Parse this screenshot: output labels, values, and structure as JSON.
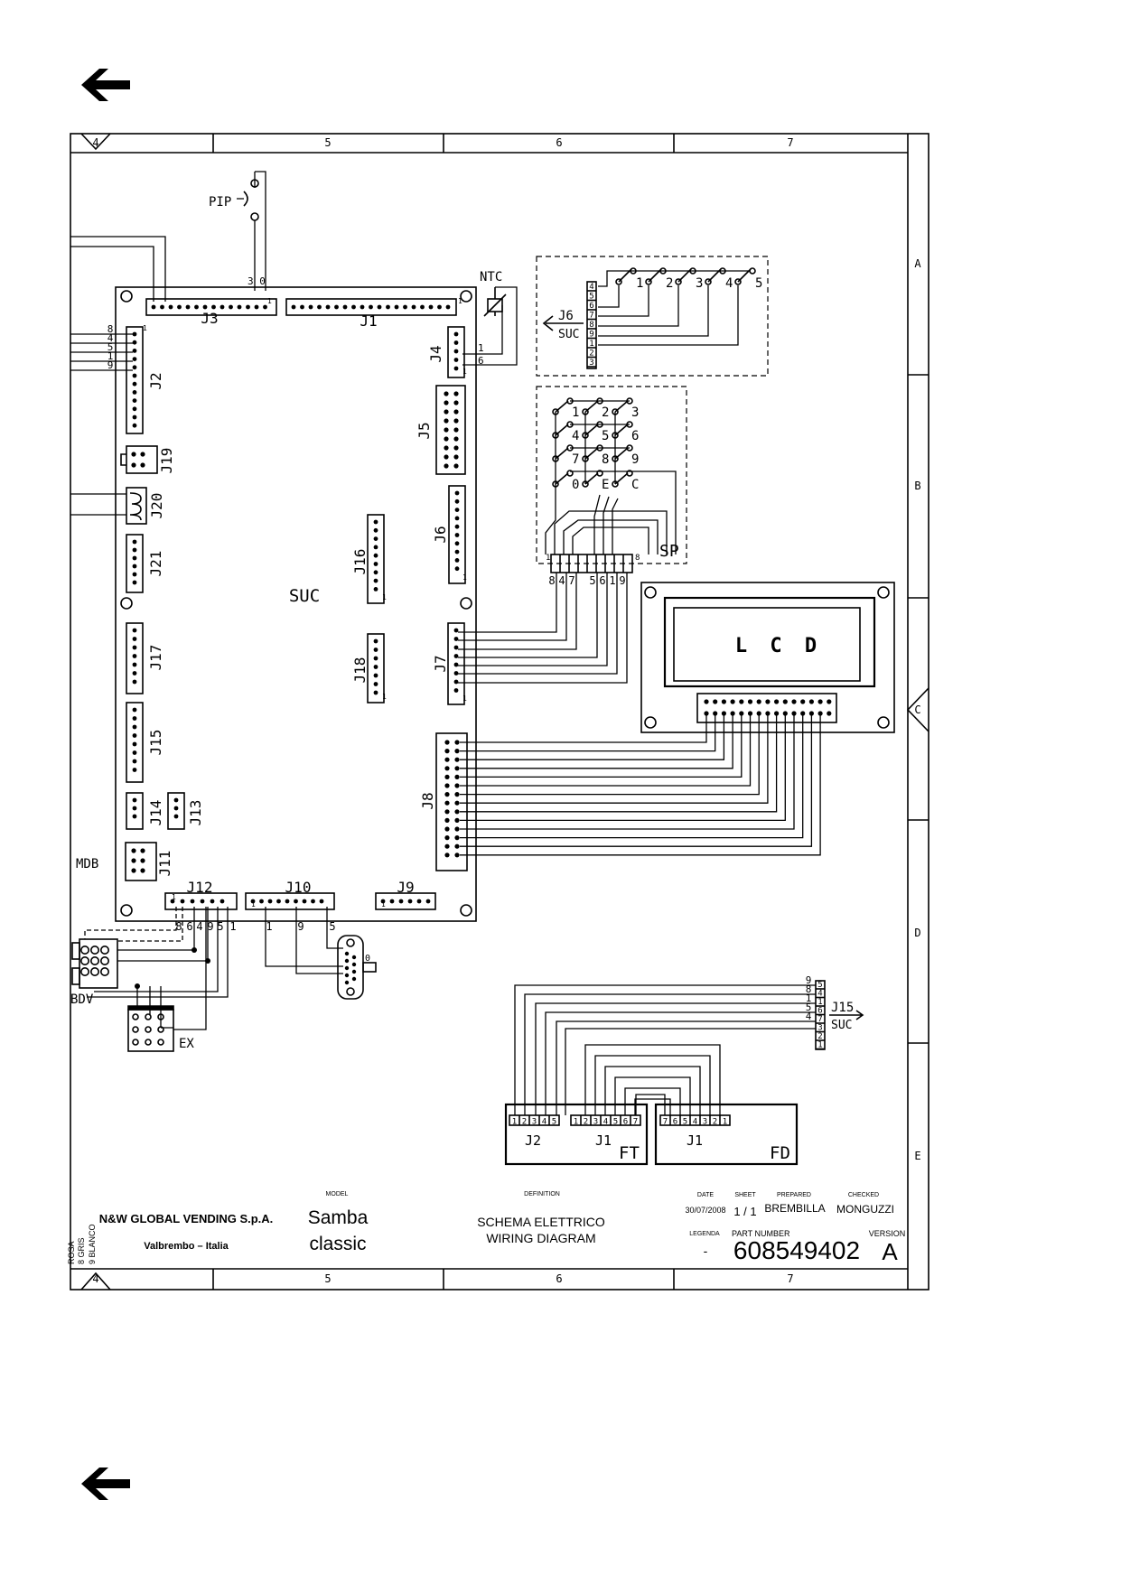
{
  "nav": {
    "back_label": "back-arrow"
  },
  "frame": {
    "columns": [
      "4",
      "5",
      "6",
      "7"
    ],
    "rows": [
      "A",
      "B",
      "C",
      "D",
      "E"
    ]
  },
  "board": {
    "name": "SUC",
    "connectors": [
      "J1",
      "J2",
      "J3",
      "J4",
      "J5",
      "J6",
      "J7",
      "J8",
      "J9",
      "J10",
      "J11",
      "J12",
      "J13",
      "J14",
      "J15",
      "J16",
      "J17",
      "J18",
      "J19",
      "J20",
      "J21"
    ]
  },
  "labels": {
    "pip": "PIP",
    "ntc": "NTC",
    "mdb": "MDB",
    "bdv": "BDV",
    "ex": "EX",
    "lcd": "L C D",
    "sp": "SP",
    "ft": "FT",
    "fd": "FD",
    "j6_suc": "J6",
    "j6_suc_sub": "SUC",
    "j15_suc": "J15",
    "j15_suc_sub": "SUC",
    "j3_pins": "3 0",
    "ft_j2": "J2",
    "ft_j1": "J1",
    "fd_j1": "J1"
  },
  "pin_numbers": {
    "j2": [
      "8",
      "4",
      "5",
      "1",
      "9"
    ],
    "j4": [
      "1",
      "6"
    ],
    "j6ext": [
      "4",
      "5",
      "6",
      "7",
      "8",
      "9",
      "1",
      "2",
      "3"
    ],
    "j15ext": [
      "5",
      "4",
      "1",
      "6",
      "7",
      "3",
      "2",
      "1"
    ],
    "j15wires": [
      "9",
      "8",
      "1",
      "5",
      "4"
    ],
    "sp_bottom": [
      "8",
      "4",
      "7",
      "5",
      "6",
      "1",
      "9"
    ],
    "sp_ends": [
      "1",
      "8"
    ],
    "j12": [
      "8",
      "6",
      "4",
      "9",
      "5",
      "1"
    ],
    "j10": [
      "1",
      "9",
      "5"
    ],
    "ft_j2": [
      "1",
      "2",
      "3",
      "4",
      "5"
    ],
    "ft_j1": [
      "1",
      "2",
      "3",
      "4",
      "5",
      "6",
      "7"
    ],
    "fd_j1": [
      "7",
      "6",
      "5",
      "4",
      "3",
      "2",
      "1"
    ]
  },
  "switches_top": [
    "1",
    "2",
    "3",
    "4",
    "5"
  ],
  "keypad": [
    "1",
    "2",
    "3",
    "4",
    "5",
    "6",
    "7",
    "8",
    "9",
    "0",
    "E",
    "C"
  ],
  "title_block": {
    "company": "N&W GLOBAL VENDING S.p.A.",
    "city": "Valbrembo – Italia",
    "model_label": "MODEL",
    "model_line1": "Samba",
    "model_line2": "classic",
    "definition_label": "DEFINITION",
    "definition_line1": "SCHEMA ELETTRICO",
    "definition_line2": "WIRING DIAGRAM",
    "date_label": "DATE",
    "date": "30/07/2008",
    "sheet_label": "SHEET",
    "sheet": "1 / 1",
    "prepared_label": "PREPARED",
    "prepared": "BREMBILLA",
    "checked_label": "CHECKED",
    "checked": "MONGUZZI",
    "legenda_label": "LEGENDA",
    "legenda": "-",
    "part_label": "PART NUMBER",
    "part_number": "608549402",
    "version_label": "VERSION",
    "version": "A",
    "color_codes": [
      "ROSA",
      "8 GRIS",
      "9 BLANCO"
    ]
  }
}
